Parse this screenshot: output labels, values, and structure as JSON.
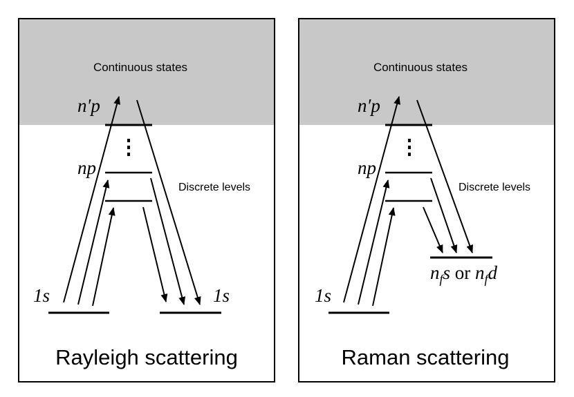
{
  "colors": {
    "continuum_fill": "#c8c8c8",
    "line": "#000000",
    "background": "#ffffff"
  },
  "panels": [
    {
      "continuum_label": "Continuous states",
      "discrete_label": "Discrete levels",
      "title": "Rayleigh scattering",
      "level_labels": {
        "n_prime_p": "n′p",
        "np": "np",
        "initial": "1s",
        "final": "1s"
      }
    },
    {
      "continuum_label": "Continuous states",
      "discrete_label": "Discrete levels",
      "title": "Raman scattering",
      "level_labels": {
        "n_prime_p": "n′p",
        "np": "np",
        "initial": "1s",
        "final_nf_s": "n",
        "final_sub_1": "f",
        "final_s": "s",
        "final_or": " or ",
        "final_nf_d": "n",
        "final_sub_2": "f",
        "final_d": "d"
      }
    }
  ]
}
